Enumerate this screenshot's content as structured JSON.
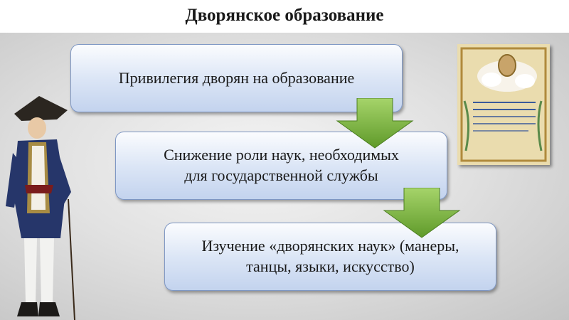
{
  "slide": {
    "title": "Дворянское образование"
  },
  "flow": {
    "box1": {
      "line1": "Привилегия дворян на образование"
    },
    "box2": {
      "line1": "Снижение роли наук, необходимых",
      "line2": "для государственной службы"
    },
    "box3": {
      "line1": "Изучение «дворянских наук» (манеры,",
      "line2": "танцы, языки, искусство)"
    }
  },
  "decor": {
    "arrow_color": "#7fb93c",
    "box_border_color": "#7e97c4"
  }
}
